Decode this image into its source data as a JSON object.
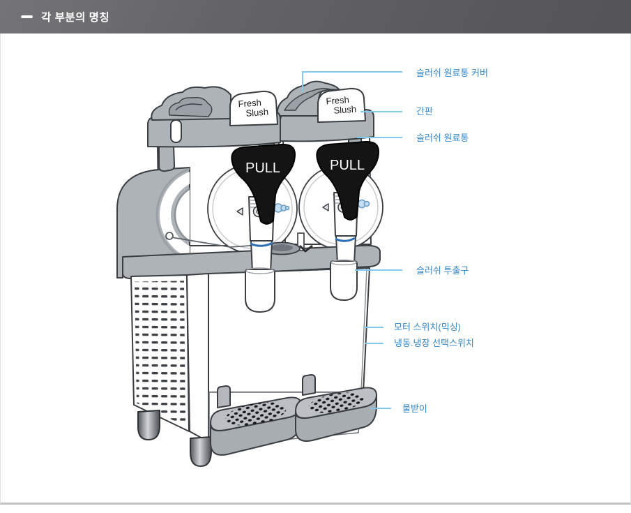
{
  "header": {
    "title": "각 부분의 명칭"
  },
  "machine": {
    "sign_line1": "Fresh",
    "sign_line2": "Slush",
    "pull_label": "PULL"
  },
  "labels": {
    "cover": "슬러쉬 원료통 커버",
    "sign": "간판",
    "bowl": "슬러쉬 원료통",
    "outlet": "슬러쉬 투출구",
    "motor_switch": "모터 스위치(믹싱)",
    "mode_switch": "냉동.냉장 선택스위치",
    "drip_tray": "물받이"
  },
  "colors": {
    "header_bg": "#5d5d60",
    "label_text": "#3589cc",
    "leader_line": "#82c9ef",
    "machine_gray": "#aeb3b8",
    "handle_black": "#141414",
    "ring_blue": "#2f6fb5",
    "knob_blue": "#c3def1"
  }
}
